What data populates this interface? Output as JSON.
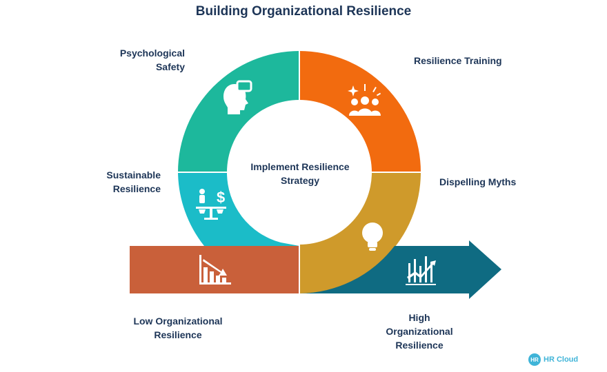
{
  "title": "Building Organizational Resilience",
  "center": {
    "line1": "Implement Resilience",
    "line2": "Strategy"
  },
  "segments": {
    "psychological_safety": {
      "line1": "Psychological",
      "line2": "Safety",
      "color": "#1db89c",
      "icon": "head-hand-icon"
    },
    "resilience_training": {
      "label": "Resilience Training",
      "color": "#f26b0f",
      "icon": "team-sparkle-icon"
    },
    "dispelling_myths": {
      "label": "Dispelling Myths",
      "color": "#cf9a2b",
      "icon": "lightbulb-icon"
    },
    "sustainable_resilience": {
      "line1": "Sustainable",
      "line2": "Resilience",
      "color": "#1bbcc8",
      "icon": "balance-scale-icon"
    },
    "low_resilience": {
      "line1": "Low Organizational",
      "line2": "Resilience",
      "color": "#c9603a",
      "icon": "declining-chart-icon"
    },
    "high_resilience": {
      "line1": "High",
      "line2": "Organizational",
      "line3": "Resilience",
      "color": "#0f6b82",
      "icon": "rising-chart-icon"
    }
  },
  "brand": {
    "badge": "HR",
    "name": "HR Cloud"
  }
}
